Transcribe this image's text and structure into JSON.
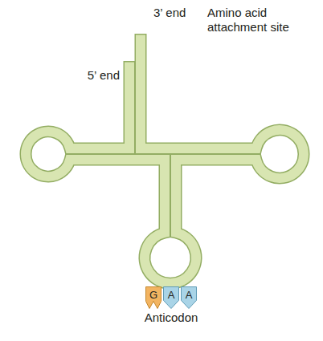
{
  "diagram": {
    "nodes": [
      {
        "text": [
          "G"
        ]
      },
      {
        "text": [
          "A"
        ]
      },
      {
        "text": [
          "A"
        ]
      }
    ],
    "labels": [
      "3’ end",
      "Amino acid attachment site",
      "5’ end",
      "Anticodon"
    ]
  }
}
